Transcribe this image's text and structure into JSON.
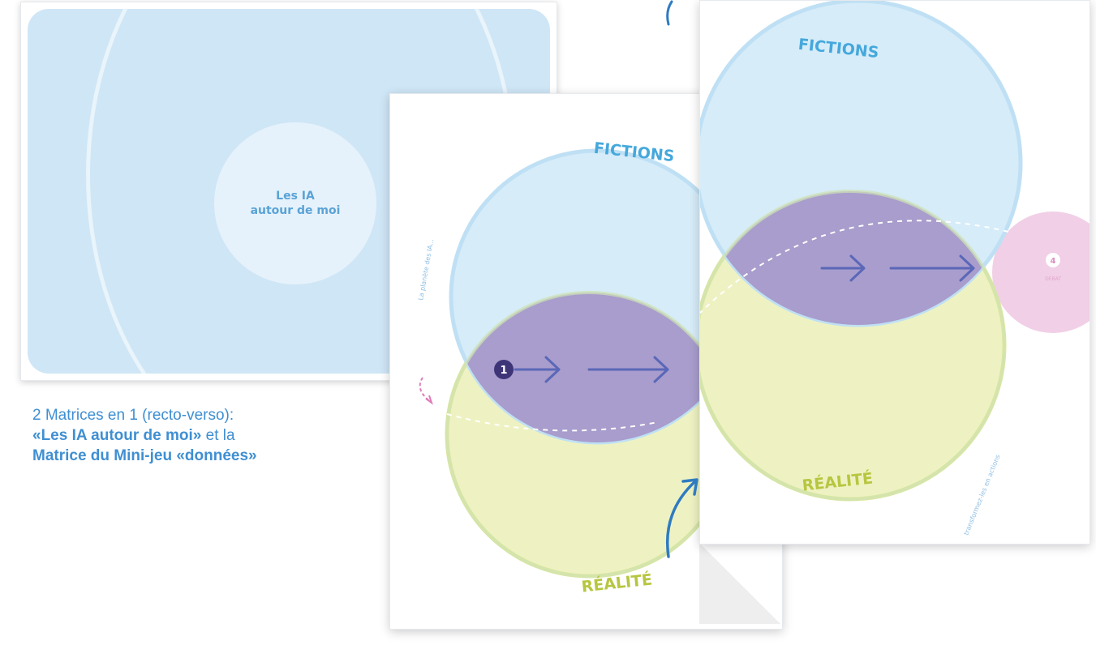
{
  "card_front": {
    "center_line1": "Les IA",
    "center_line2": "autour de moi"
  },
  "caption": {
    "line1": "2 Matrices en 1 (recto-verso):",
    "line2_bold": "«Les IA autour de moi»",
    "line2_rest": " et la",
    "line3_bold": "Matrice du Mini-jeu «données»"
  },
  "card_matrix_a": {
    "top_label": "FICTIONS",
    "bottom_label": "RÉALITÉ",
    "step_badge": "1",
    "side_text": "La planète des IA..."
  },
  "card_matrix_b": {
    "top_label": "FICTIONS",
    "bottom_label": "RÉALITÉ",
    "pink_badge": "4",
    "pink_label": "DEBAT",
    "side_text": "transformez-les en actions"
  },
  "colors": {
    "fiction_blue": "#cfe8f8",
    "fiction_stroke": "#b6dcf3",
    "reality_yellow": "#eef2c2",
    "reality_stroke": "#dfe89a",
    "intersection_purple": "#a79ccb",
    "arrow_blue": "#5b67b8",
    "label_blue": "#45a8dc",
    "label_green": "#b7c640",
    "caption_blue": "#3f8fd2",
    "pink": "#f1cfe6"
  }
}
